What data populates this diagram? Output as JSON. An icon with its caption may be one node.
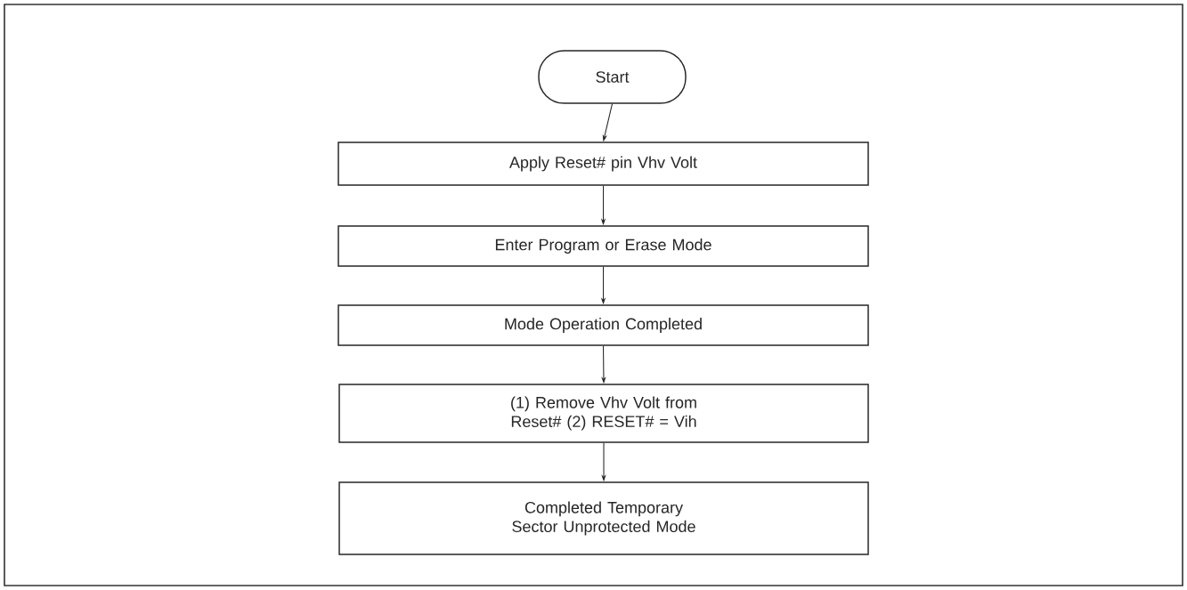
{
  "diagram": {
    "nodes": [
      {
        "text": [
          "Start"
        ]
      },
      {
        "text": [
          "Apply Reset# pin Vhv Volt"
        ]
      },
      {
        "text": [
          "Enter Program or Erase Mode"
        ]
      },
      {
        "text": [
          "Mode Operation Completed"
        ]
      },
      {
        "text": [
          "(1) Remove Vhv Volt from Reset# (2) RESET# = Vih"
        ]
      },
      {
        "text": [
          "Completed Temporary Sector Unprotected Mode"
        ]
      }
    ],
    "edges": [
      {
        "from": 0,
        "to": 1,
        "arrow": "to"
      },
      {
        "from": 1,
        "to": 2,
        "arrow": "to"
      },
      {
        "from": 2,
        "to": 3,
        "arrow": "to"
      },
      {
        "from": 3,
        "to": 4,
        "arrow": "to"
      },
      {
        "from": 4,
        "to": 5,
        "arrow": "to"
      }
    ]
  }
}
